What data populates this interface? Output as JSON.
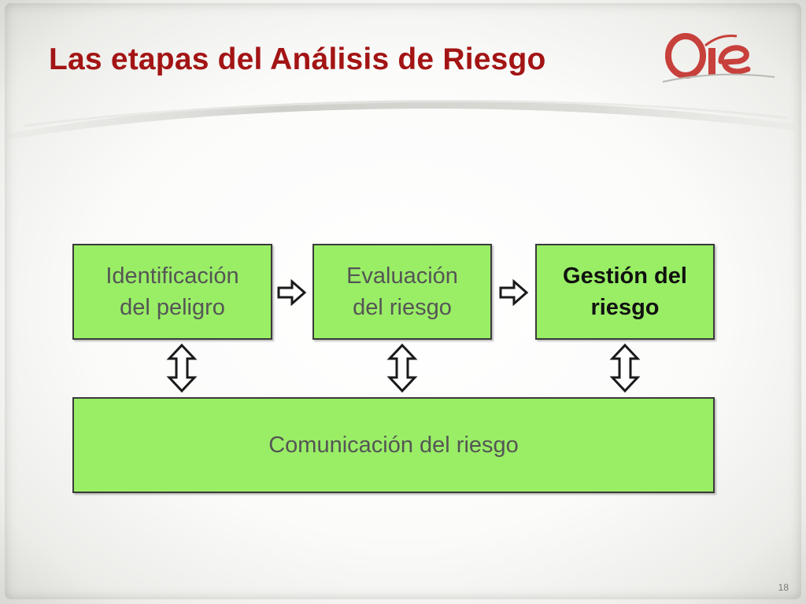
{
  "slide": {
    "title": "Las etapas del Análisis de Riesgo",
    "page_number": "18"
  },
  "logo": {
    "text": "OIE",
    "color": "#c7403c"
  },
  "diagram": {
    "fill_color": "#99ee66",
    "stages": [
      {
        "line1": "Identificación",
        "line2": "del peligro"
      },
      {
        "line1": "Evaluación",
        "line2": "del riesgo"
      },
      {
        "line1": "Gestión del",
        "line2": "riesgo"
      }
    ],
    "communication": "Comunicación del riesgo"
  }
}
